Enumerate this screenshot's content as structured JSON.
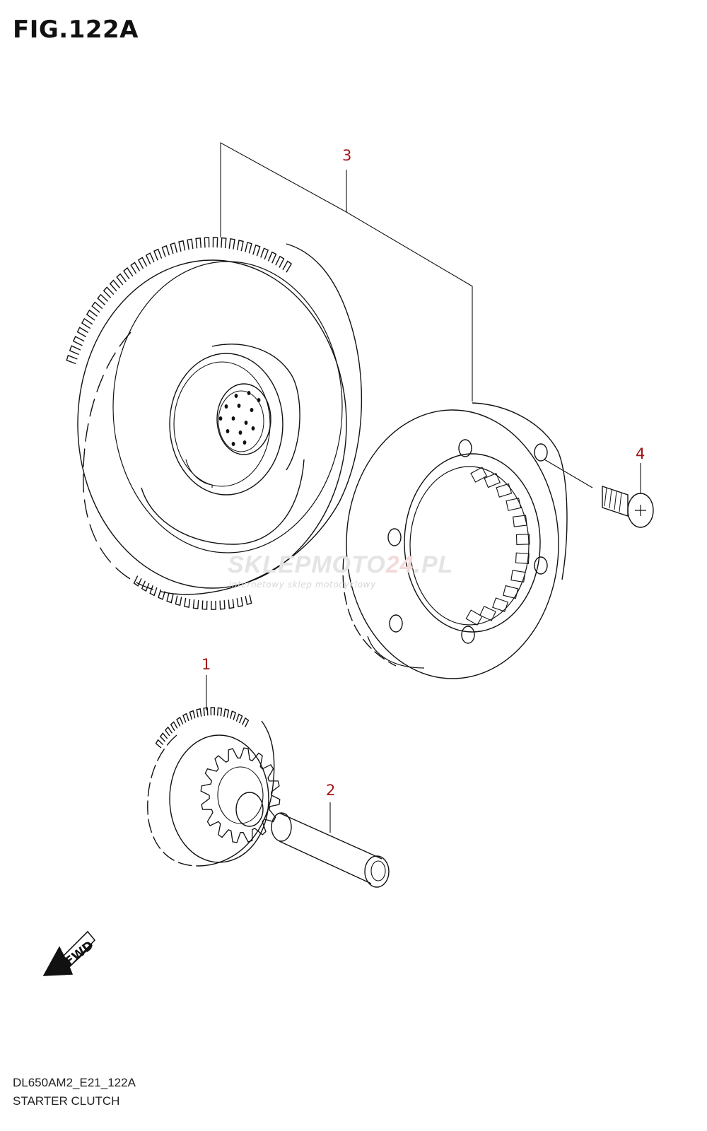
{
  "figure": {
    "title": "FIG.122A",
    "model_code": "DL650AM2_E21_122A",
    "name": "STARTER CLUTCH"
  },
  "callouts": [
    {
      "id": "1",
      "label": "1"
    },
    {
      "id": "2",
      "label": "2"
    },
    {
      "id": "3",
      "label": "3"
    },
    {
      "id": "4",
      "label": "4"
    }
  ],
  "direction_marker": {
    "label": "FWD",
    "icon": "fwd-arrow-icon"
  },
  "watermark": {
    "brand_left": "SKLEPMOTO",
    "brand_highlight": "24",
    "brand_right": ".PL",
    "tagline": "internetowy sklep motocyklowy"
  },
  "colors": {
    "line": "#111111",
    "callout": "#a31515",
    "watermark": "#e4e4e4"
  }
}
